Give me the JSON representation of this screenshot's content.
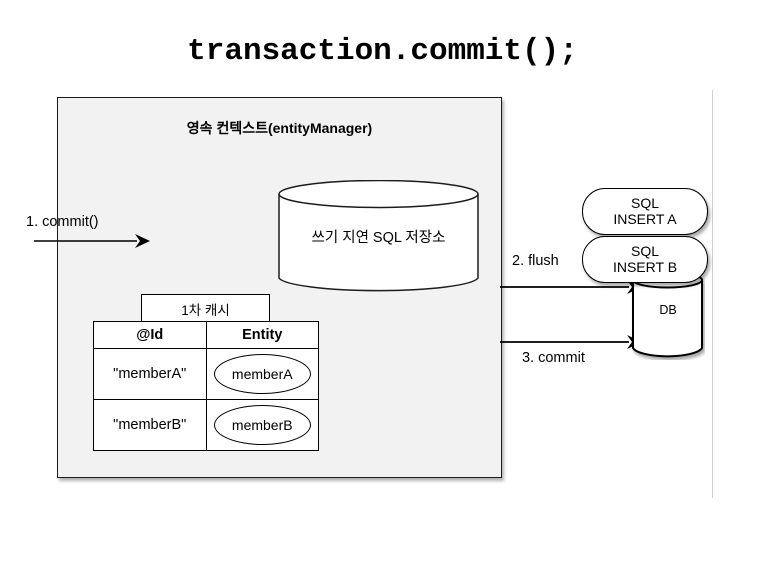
{
  "title": "transaction.commit();",
  "context": {
    "title": "영속 컨텍스트(entityManager)",
    "write_behind_store": {
      "label": "쓰기 지연 SQL 저장소",
      "shape": "cylinder"
    },
    "first_level_cache": {
      "tab_label": "1차 캐시",
      "columns": [
        "@Id",
        "Entity"
      ],
      "rows": [
        {
          "id": "\"memberA\"",
          "entity": "memberA"
        },
        {
          "id": "\"memberB\"",
          "entity": "memberB"
        }
      ]
    }
  },
  "flows": [
    {
      "label": "1. commit()",
      "name": "commit-arrow"
    },
    {
      "label": "2. flush",
      "name": "flush-arrow"
    },
    {
      "label": "3. commit",
      "name": "commit-db-arrow"
    }
  ],
  "sql_statements": [
    {
      "line1": "SQL",
      "line2": "INSERT A"
    },
    {
      "line1": "SQL",
      "line2": "INSERT B"
    }
  ],
  "database": {
    "label": "DB",
    "shape": "cylinder"
  },
  "colors": {
    "background": "#ffffff",
    "context_fill": "#f2f2f2",
    "stroke": "#000000",
    "divider": "#cfcfcf"
  }
}
